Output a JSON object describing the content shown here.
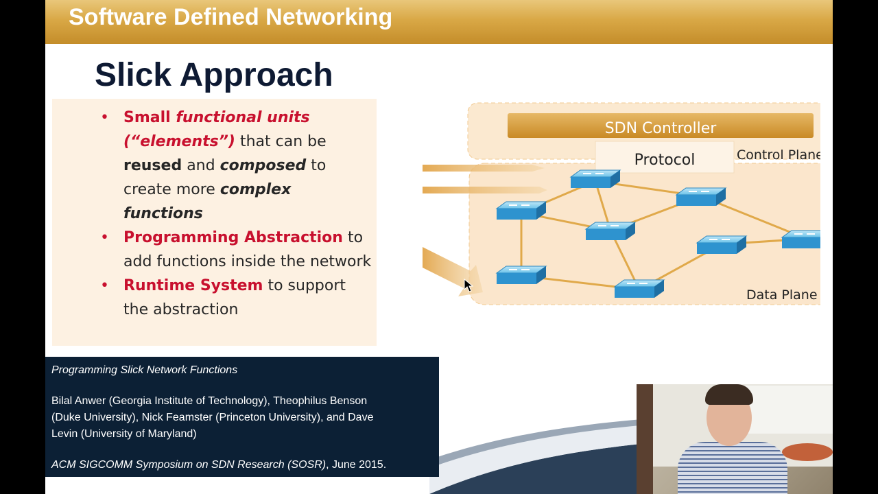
{
  "title_bar": {
    "text": "Software Defined Networking"
  },
  "heading": "Slick Approach",
  "bullets": [
    {
      "p1": "Small ",
      "p2": "functional units",
      "p3": " (“elements”)",
      "p4": " that can be ",
      "p5": "reused",
      "p6": " and ",
      "p7": "composed",
      "p8": " to create more ",
      "p9": "complex functions"
    },
    {
      "p1": "Programming Abstraction",
      "p2": " to add functions inside the network"
    },
    {
      "p1": "Runtime System",
      "p2": " to support the abstraction"
    }
  ],
  "diagram": {
    "controller_label": "SDN Controller",
    "protocol_label": "Protocol",
    "control_plane_label": "Control Plane",
    "data_plane_label": "Data Plane"
  },
  "citation": {
    "title": "Programming Slick Network Functions",
    "authors_line1": "Bilal Anwer (Georgia Institute of Technology), Theophilus Benson",
    "authors_line2": "(Duke University), Nick Feamster (Princeton University), and Dave",
    "authors_line3": "Levin (University of Maryland)",
    "venue": "ACM SIGCOMM Symposium on SDN Research (SOSR)",
    "date": ", June 2015."
  },
  "colors": {
    "accent_gold": "#d9a846",
    "bullet_red": "#c8102e",
    "switch_blue": "#3b9fd6",
    "citation_bg": "#0c2035"
  },
  "icons": [
    "network-switch-icon",
    "mouse-pointer-icon"
  ]
}
